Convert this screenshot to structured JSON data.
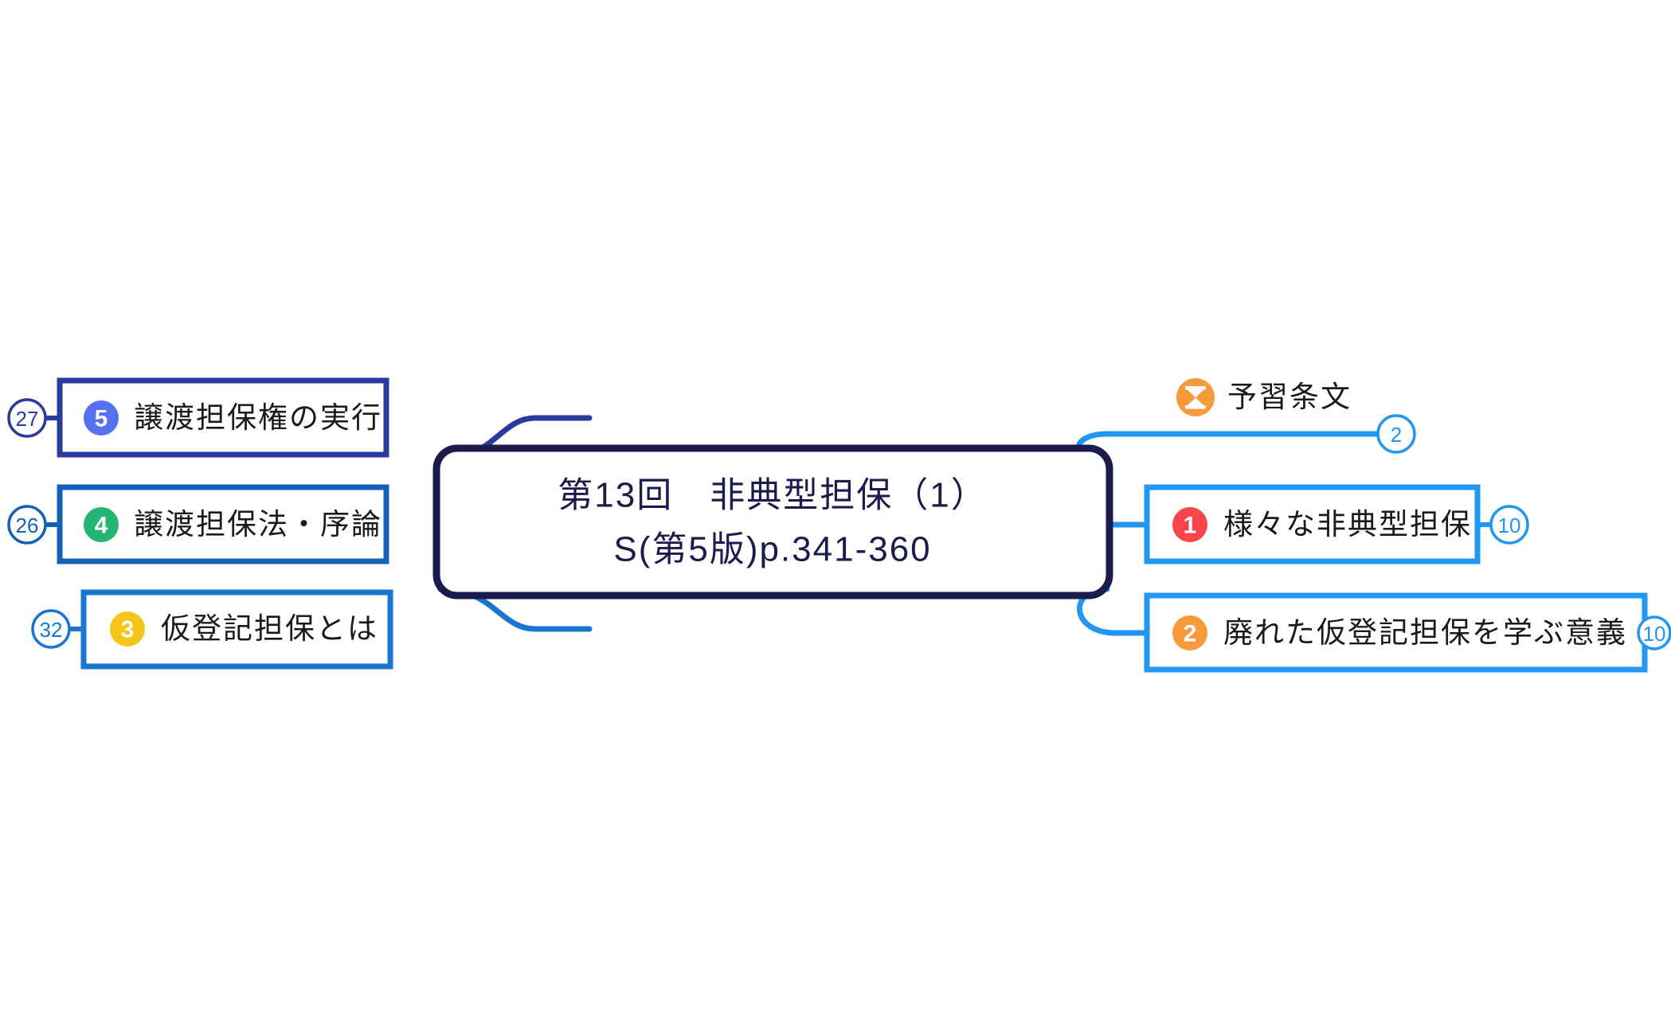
{
  "map": {
    "background": "#ffffff",
    "central": {
      "line1": "第13回　非典型担保（1）",
      "line2": "S(第5版)p.341-360",
      "border_color": "#1b1b4d",
      "text_color": "#1b1b4d"
    },
    "left_branches": [
      {
        "marker": "5",
        "marker_color": "#5570f0",
        "label": "譲渡担保権の実行",
        "count_badge": "27",
        "box_border": "#2b3a9e",
        "connector_color": "#2b3a9e",
        "badge_color": "#2b3a9e"
      },
      {
        "marker": "4",
        "marker_color": "#22b573",
        "label": "譲渡担保法・序論",
        "count_badge": "26",
        "box_border": "#1560b8",
        "connector_color": "#1560b8",
        "badge_color": "#1560b8"
      },
      {
        "marker": "3",
        "marker_color": "#f5c518",
        "label": "仮登記担保とは",
        "count_badge": "32",
        "box_border": "#1876d2",
        "connector_color": "#1876d2",
        "badge_color": "#1876d2"
      }
    ],
    "right_branches": [
      {
        "marker_icon": "hourglass-icon",
        "marker_color": "#f79a3c",
        "label": "予習条文",
        "count_badge": "2",
        "boxed": false,
        "box_border": "#2196f3",
        "connector_color": "#2196f3",
        "badge_color": "#2196f3"
      },
      {
        "marker": "1",
        "marker_color": "#f8444a",
        "label": "様々な非典型担保",
        "count_badge": "10",
        "boxed": true,
        "box_border": "#2196f3",
        "connector_color": "#2196f3",
        "badge_color": "#2196f3"
      },
      {
        "marker": "2",
        "marker_color": "#f79a3c",
        "label": "廃れた仮登記担保を学ぶ意義",
        "count_badge": "10",
        "boxed": true,
        "box_border": "#2196f3",
        "connector_color": "#2196f3",
        "badge_color": "#2196f3"
      }
    ]
  }
}
